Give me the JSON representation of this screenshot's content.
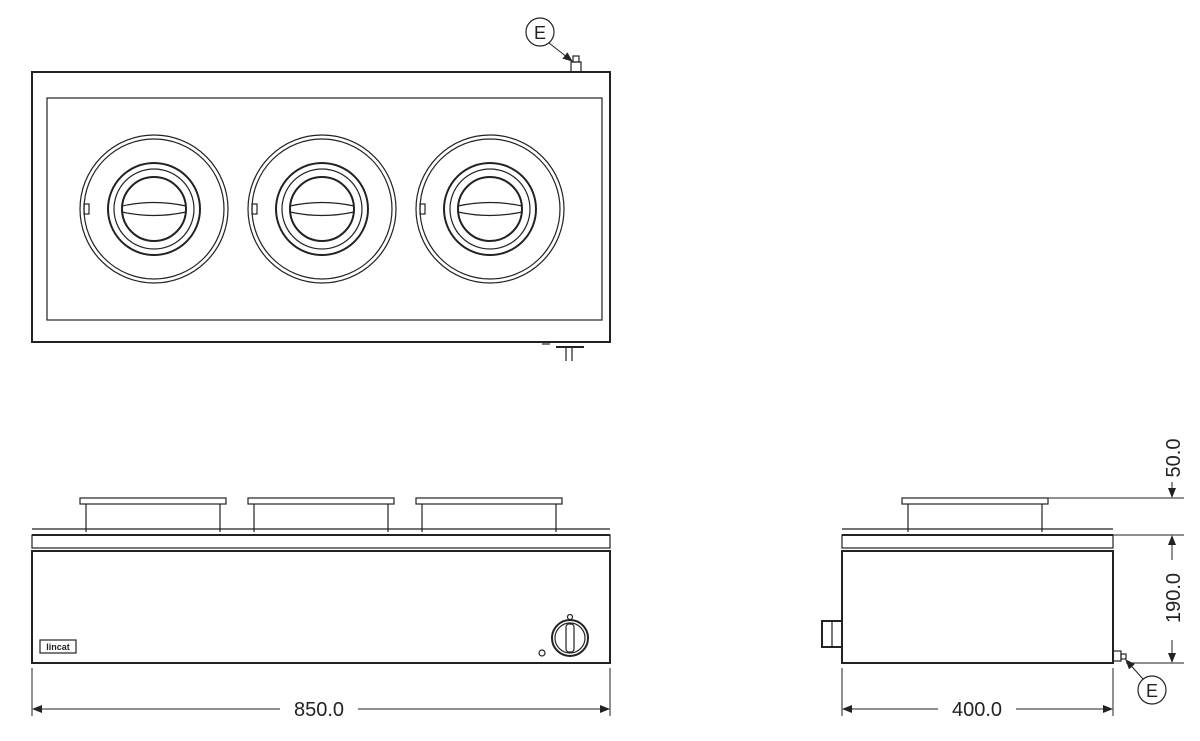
{
  "callouts": {
    "top_connector": "E",
    "side_connector": "E"
  },
  "brand_logo": "lincat",
  "dimensions": {
    "width": "850.0",
    "depth": "400.0",
    "body_height": "190.0",
    "pot_height": "50.0"
  },
  "icons": {
    "pot": "bain-marie-pot-icon",
    "knob": "control-knob-icon",
    "connector": "connector-fitting-icon"
  }
}
